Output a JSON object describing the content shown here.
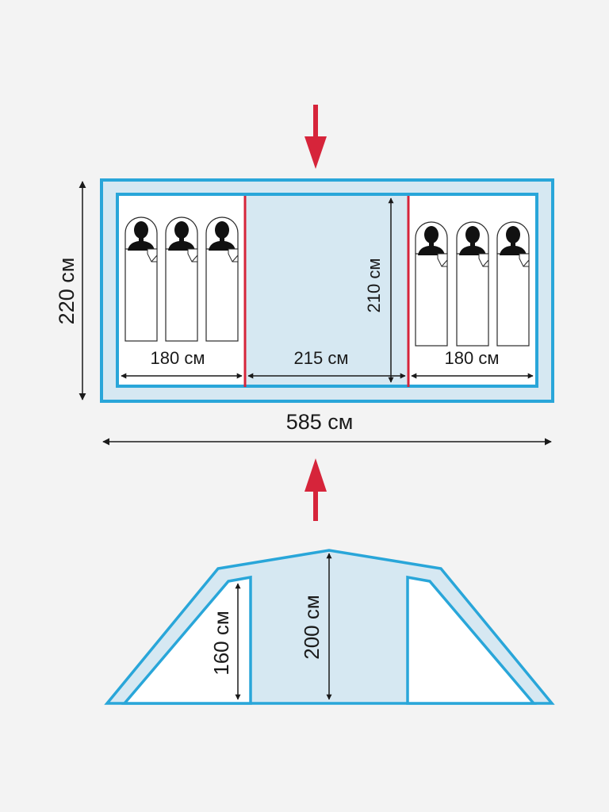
{
  "dimensions": {
    "total_length": "585 см",
    "total_width": "220 см",
    "inner_height": "210 см",
    "left_bedroom": "180 см",
    "vestibule": "215 см",
    "right_bedroom": "180 см",
    "side_height": "160 см",
    "center_height": "200 см"
  },
  "colors": {
    "outline": "#29a6d9",
    "fill": "#d6e8f2",
    "divider": "#d6243a",
    "arrow": "#d6243a",
    "ink": "#1a1a1a"
  },
  "icons": [
    "sleeper-icon",
    "entrance-arrow-icon"
  ]
}
